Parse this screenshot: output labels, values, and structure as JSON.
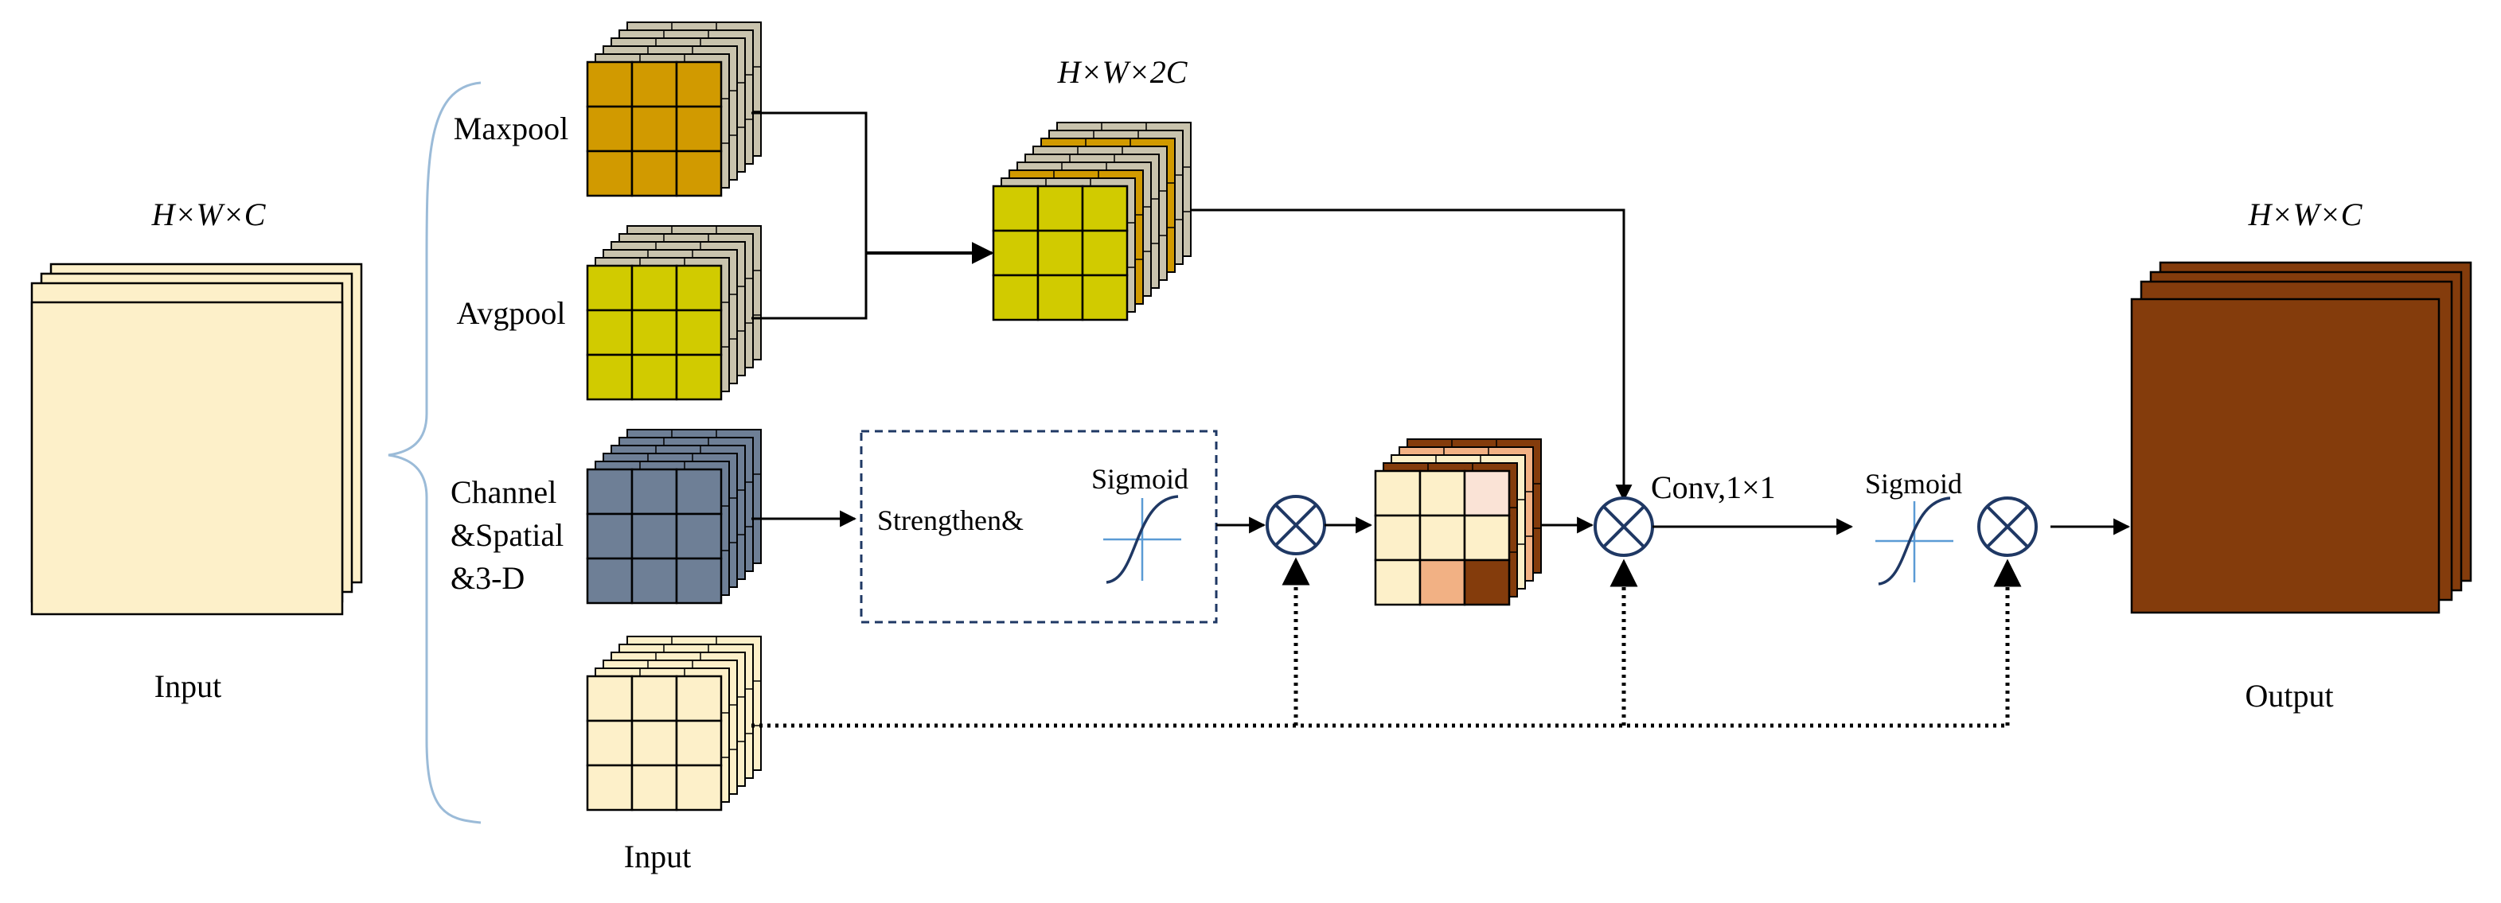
{
  "input_block": {
    "dims": "H×W×C",
    "label": "Input"
  },
  "branches": {
    "maxpool": "Maxpool",
    "avgpool": "Avgpool",
    "channel_line1": "Channel",
    "channel_line2": "&Spatial",
    "channel_line3": "&3-D",
    "input_small": "Input"
  },
  "concat": {
    "dims": "H×W×2C"
  },
  "strengthen": {
    "label": "Strengthen&",
    "sigmoid": "Sigmoid"
  },
  "conv": {
    "label": "Conv,1×1"
  },
  "sigmoid2": {
    "label": "Sigmoid"
  },
  "output_block": {
    "dims": "H×W×C",
    "label": "Output"
  },
  "colors": {
    "input_fill": "#fdf0c9",
    "maxpool_fill": "#d19a00",
    "avgpool_fill": "#d1cb00",
    "channel_fill": "#6e7f96",
    "gray_layer": "#c9c3ad",
    "output_fill": "#843c0c",
    "attention_cells": [
      "#fdf0c9",
      "#fdf0c9",
      "#fae3d6",
      "#fdf0c9",
      "#fdf0c9",
      "#fdf0c9",
      "#fdf0c9",
      "#f2b184",
      "#843c0c"
    ],
    "brace": "#9bbbd8",
    "dashed_box": "#1f3864",
    "multiply": "#1f3864"
  }
}
